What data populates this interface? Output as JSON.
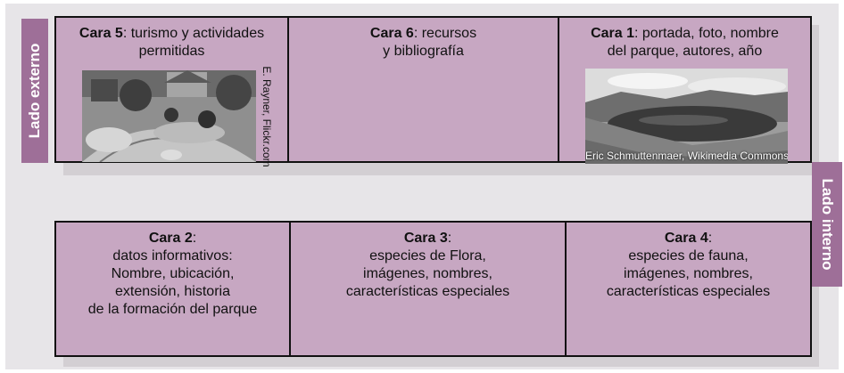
{
  "tabs": {
    "outer": "Lado externo",
    "inner": "Lado interno"
  },
  "top_row": [
    {
      "title": "Cara 5",
      "text_lines": [
        ": turismo y actividades",
        "permitidas"
      ]
    },
    {
      "title": "Cara 6",
      "text_lines": [
        ": recursos",
        "y bibliografía"
      ]
    },
    {
      "title": "Cara 1",
      "text_lines": [
        ": portada, foto, nombre",
        "del parque, autores, año"
      ]
    }
  ],
  "bottom_row": [
    {
      "title": "Cara 2",
      "text_lines": [
        ":",
        "datos informativos:",
        "Nombre, ubicación,",
        "extensión, historia",
        "de la formación del parque"
      ]
    },
    {
      "title": "Cara 3",
      "text_lines": [
        ":",
        "especies de Flora,",
        "imágenes, nombres,",
        "características especiales"
      ]
    },
    {
      "title": "Cara 4",
      "text_lines": [
        ":",
        "especies de fauna,",
        "imágenes, nombres,",
        "características especiales"
      ]
    }
  ],
  "photo_credits": {
    "garden": "E. Rayner, Flickr.com",
    "lake": "Eric Schmuttenmaer, Wikimedia Commons"
  },
  "colors": {
    "panel_fill": "#c7a7c2",
    "tab_fill": "#9e6f98",
    "background": "#e7e5e8",
    "border": "#111111"
  }
}
